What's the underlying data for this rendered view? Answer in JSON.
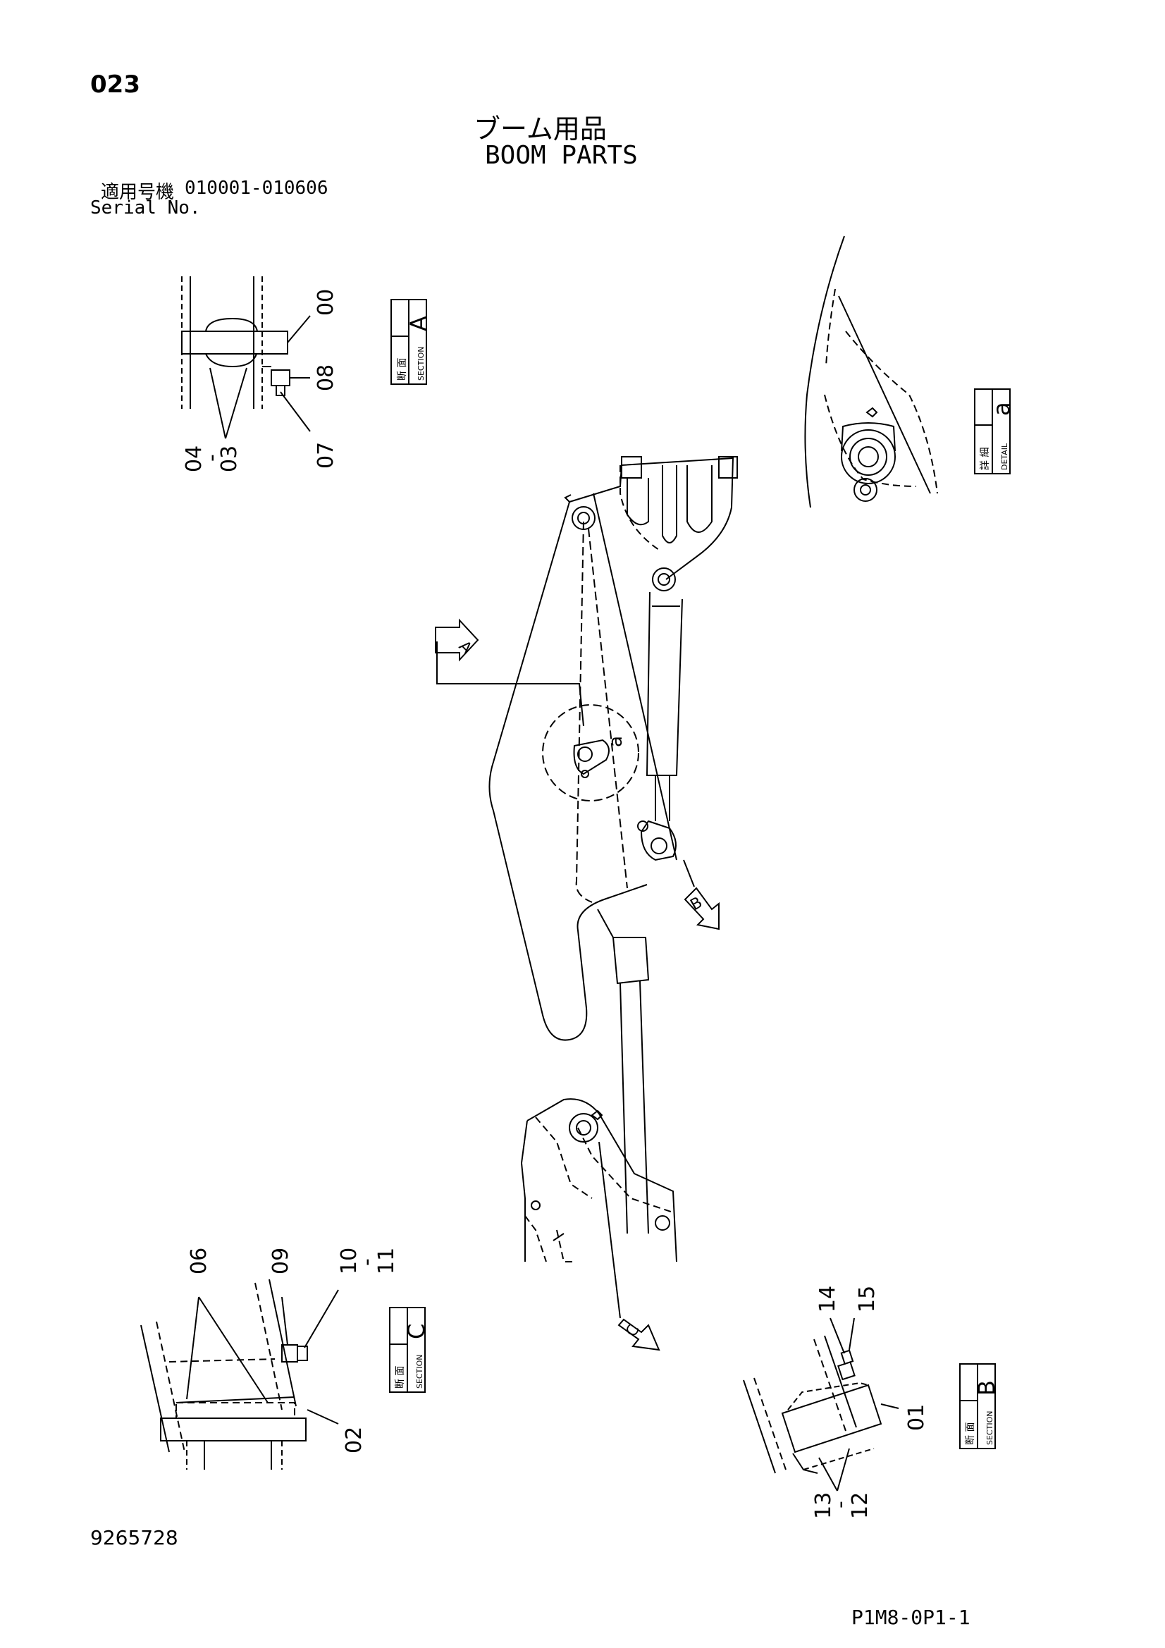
{
  "header": {
    "page_number": "023",
    "title_jp": "ブーム用品",
    "title_en": "BOOM PARTS",
    "serial_label_jp": "適用号機",
    "serial_range": "010001-010606",
    "serial_label_en": "Serial No."
  },
  "footer": {
    "drawing_number": "9265728",
    "page_code": "P1M8-0P1-1"
  },
  "views": {
    "section_a": {
      "kanji": "断 面",
      "word": "SECTION",
      "letter": "A"
    },
    "detail_a": {
      "kanji": "詳 細",
      "word": "DETAIL",
      "letter": "a"
    },
    "section_b": {
      "kanji": "断 面",
      "word": "SECTION",
      "letter": "B"
    },
    "section_c": {
      "kanji": "断 面",
      "word": "SECTION",
      "letter": "C"
    }
  },
  "callouts": {
    "a_00": "00",
    "a_08": "08",
    "a_07": "07",
    "a_04_03": "04\n-\n03",
    "c_06": "06",
    "c_09": "09",
    "c_10_11": "10\n-\n11",
    "c_02": "02",
    "b_14": "14",
    "b_15": "15",
    "b_01": "01",
    "b_13_12": "13\n-\n12",
    "arrow_a": "A",
    "arrow_b": "B",
    "arrow_c": "C",
    "detail_ref": "a"
  }
}
